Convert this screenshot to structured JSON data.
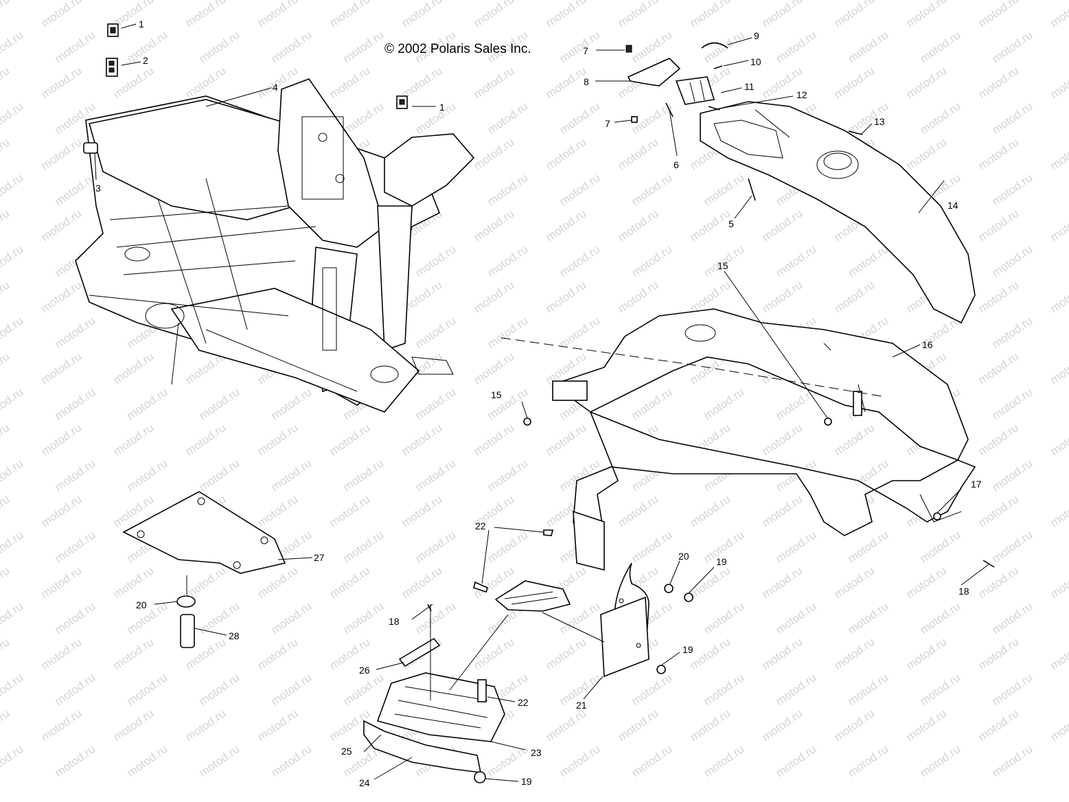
{
  "copyright": "© 2002 Polaris Sales Inc.",
  "watermark": "motod.ru",
  "callouts": [
    "1",
    "2",
    "3",
    "4",
    "1",
    "5",
    "6",
    "7",
    "8",
    "9",
    "10",
    "11",
    "12",
    "7",
    "13",
    "14",
    "15",
    "15",
    "16",
    "17",
    "18",
    "19",
    "20",
    "21",
    "22",
    "19",
    "20",
    "18",
    "22",
    "23",
    "24",
    "25",
    "26",
    "27",
    "28",
    "19"
  ]
}
